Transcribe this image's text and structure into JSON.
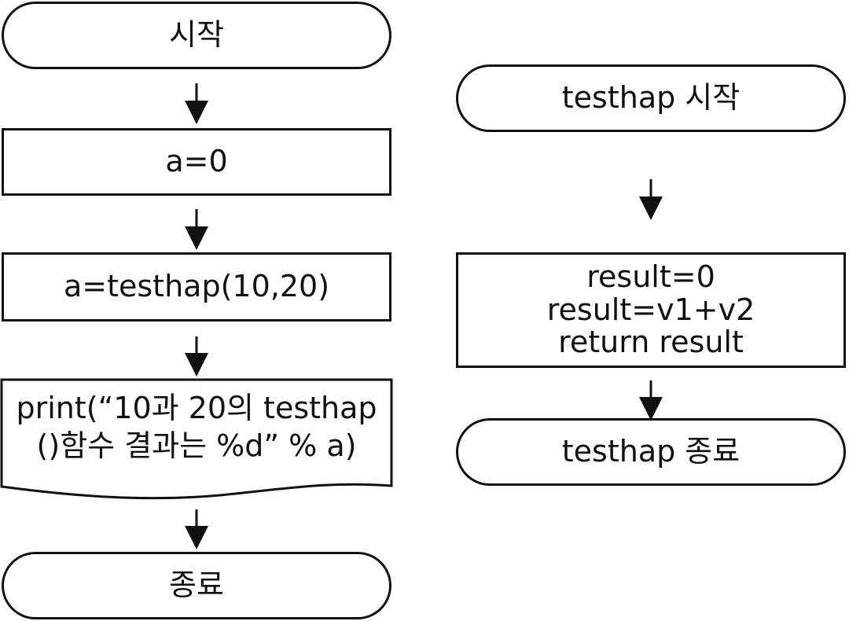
{
  "main_flow": {
    "start": "시작",
    "init": "a=0",
    "call": "a=testhap(10,20)",
    "print_line1": "print(“10과 20의 testhap",
    "print_line2": "()함수 결과는 %d” % a)",
    "end": "종료"
  },
  "function_flow": {
    "start": "testhap 시작",
    "body_line1": "result=0",
    "body_line2": "result=v1+v2",
    "body_line3": "return result",
    "end": "testhap 종료"
  },
  "colors": {
    "stroke": "#111111",
    "fill": "#ffffff"
  }
}
